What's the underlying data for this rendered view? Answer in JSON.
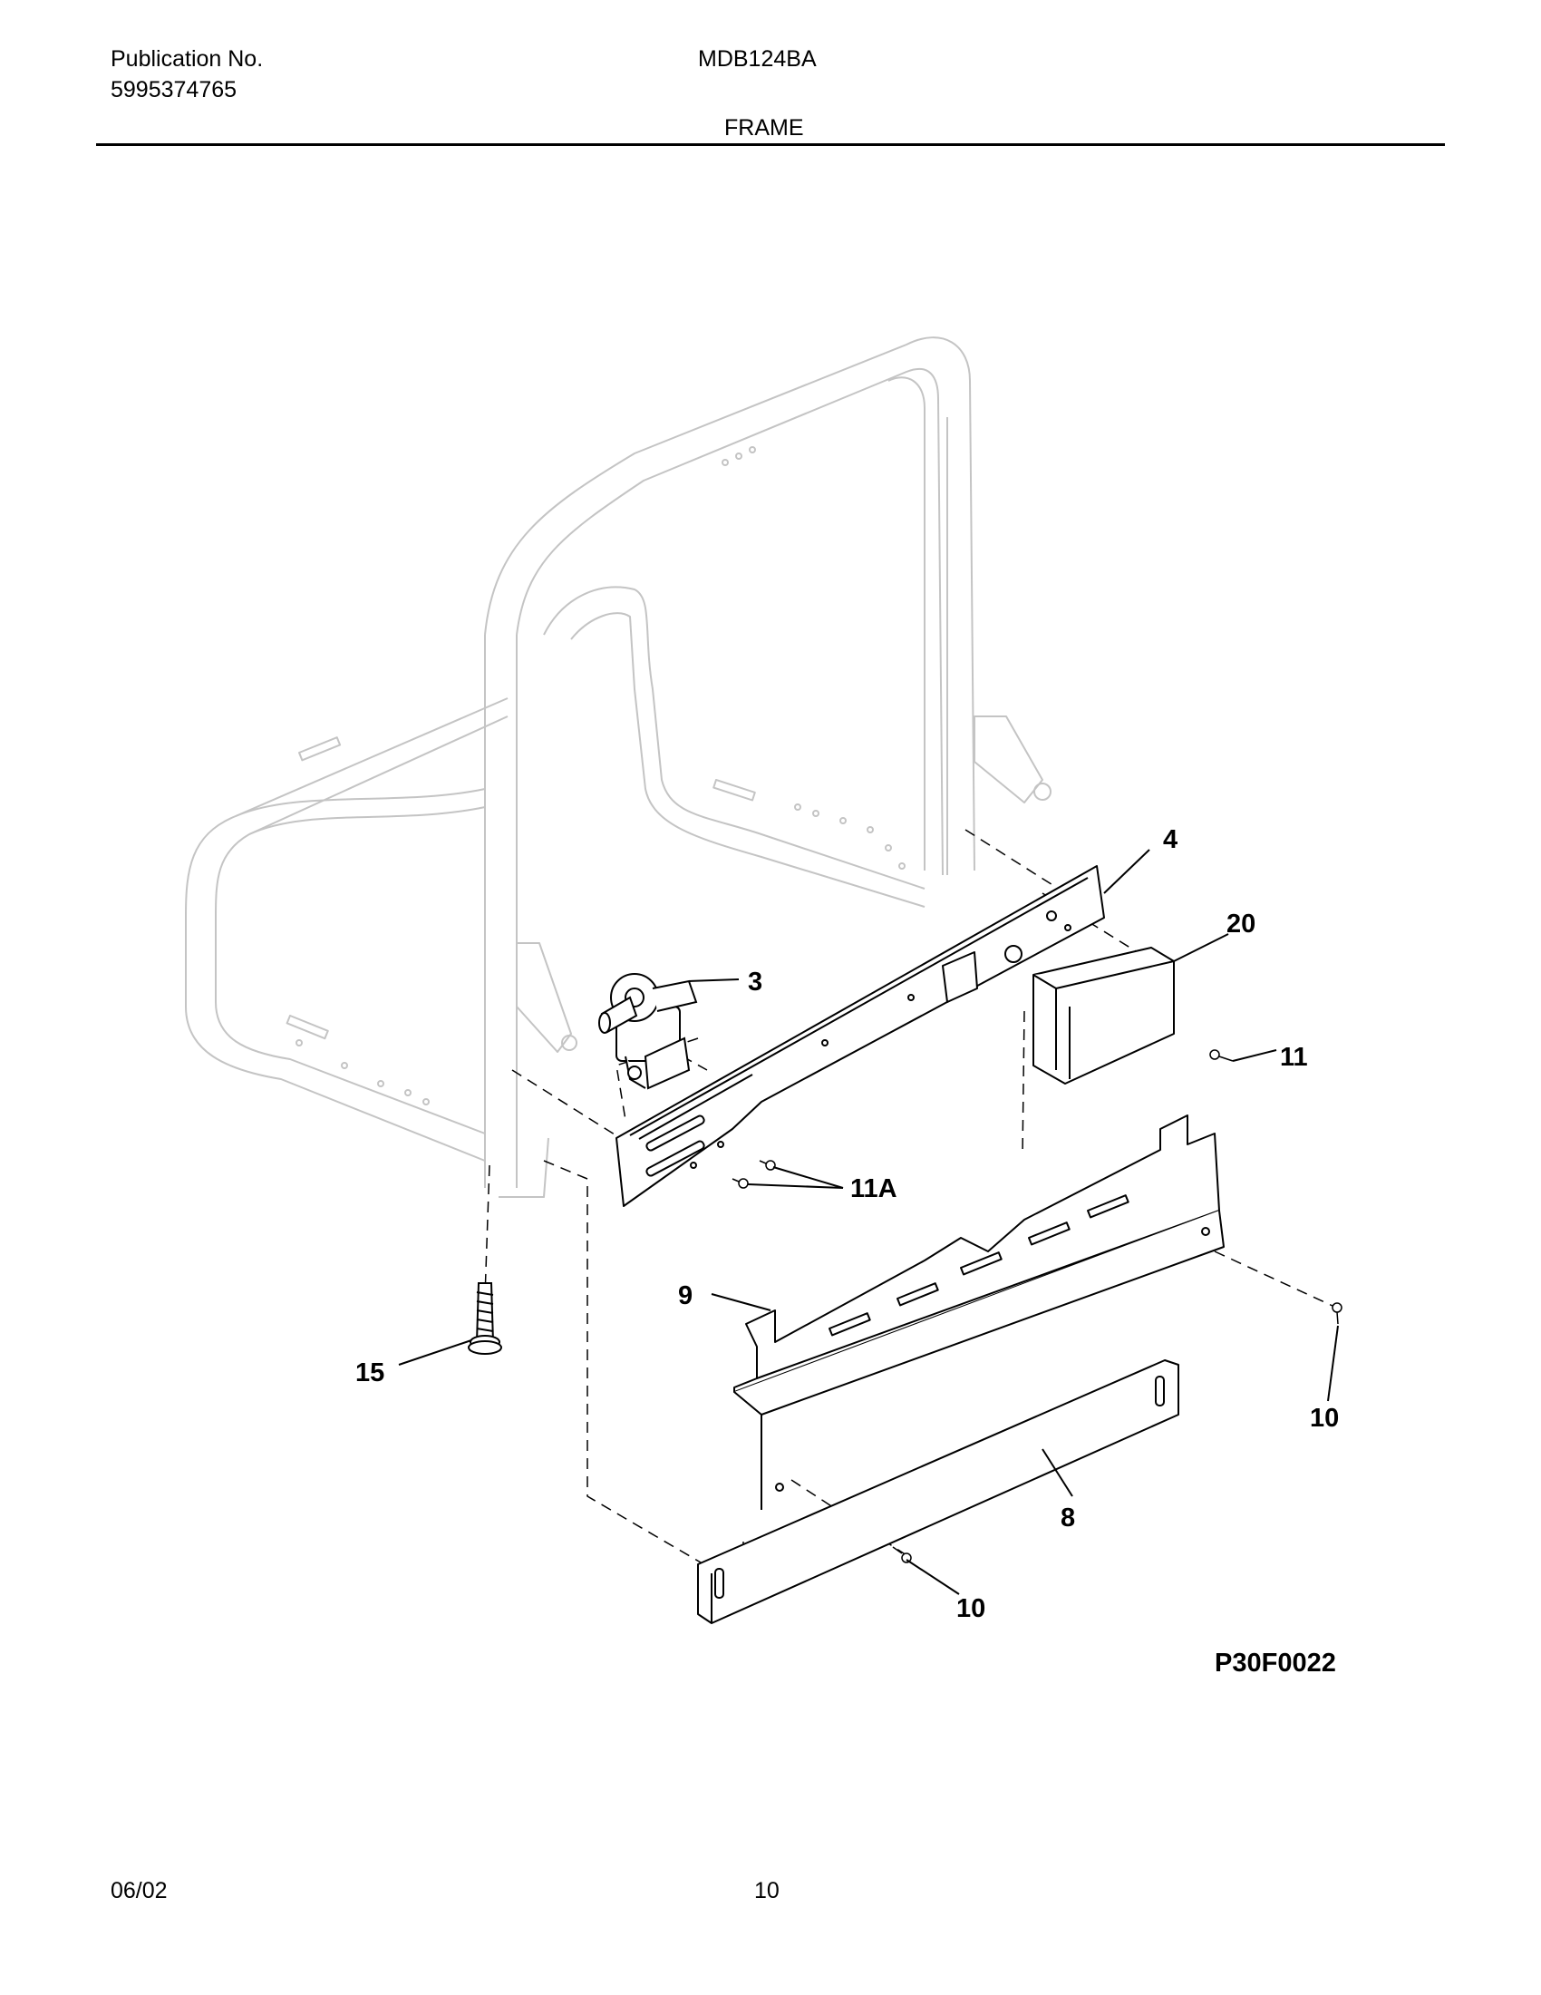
{
  "header": {
    "publication_label": "Publication No.",
    "publication_number": "5995374765",
    "model": "MDB124BA",
    "section_title": "FRAME"
  },
  "diagram": {
    "callouts": {
      "c3": "3",
      "c4": "4",
      "c20": "20",
      "c11": "11",
      "c11a": "11A",
      "c9": "9",
      "c10a": "10",
      "c10b": "10",
      "c8": "8",
      "c15": "15"
    },
    "figure_code": "P30F0022"
  },
  "footer": {
    "date": "06/02",
    "page_number": "10"
  }
}
